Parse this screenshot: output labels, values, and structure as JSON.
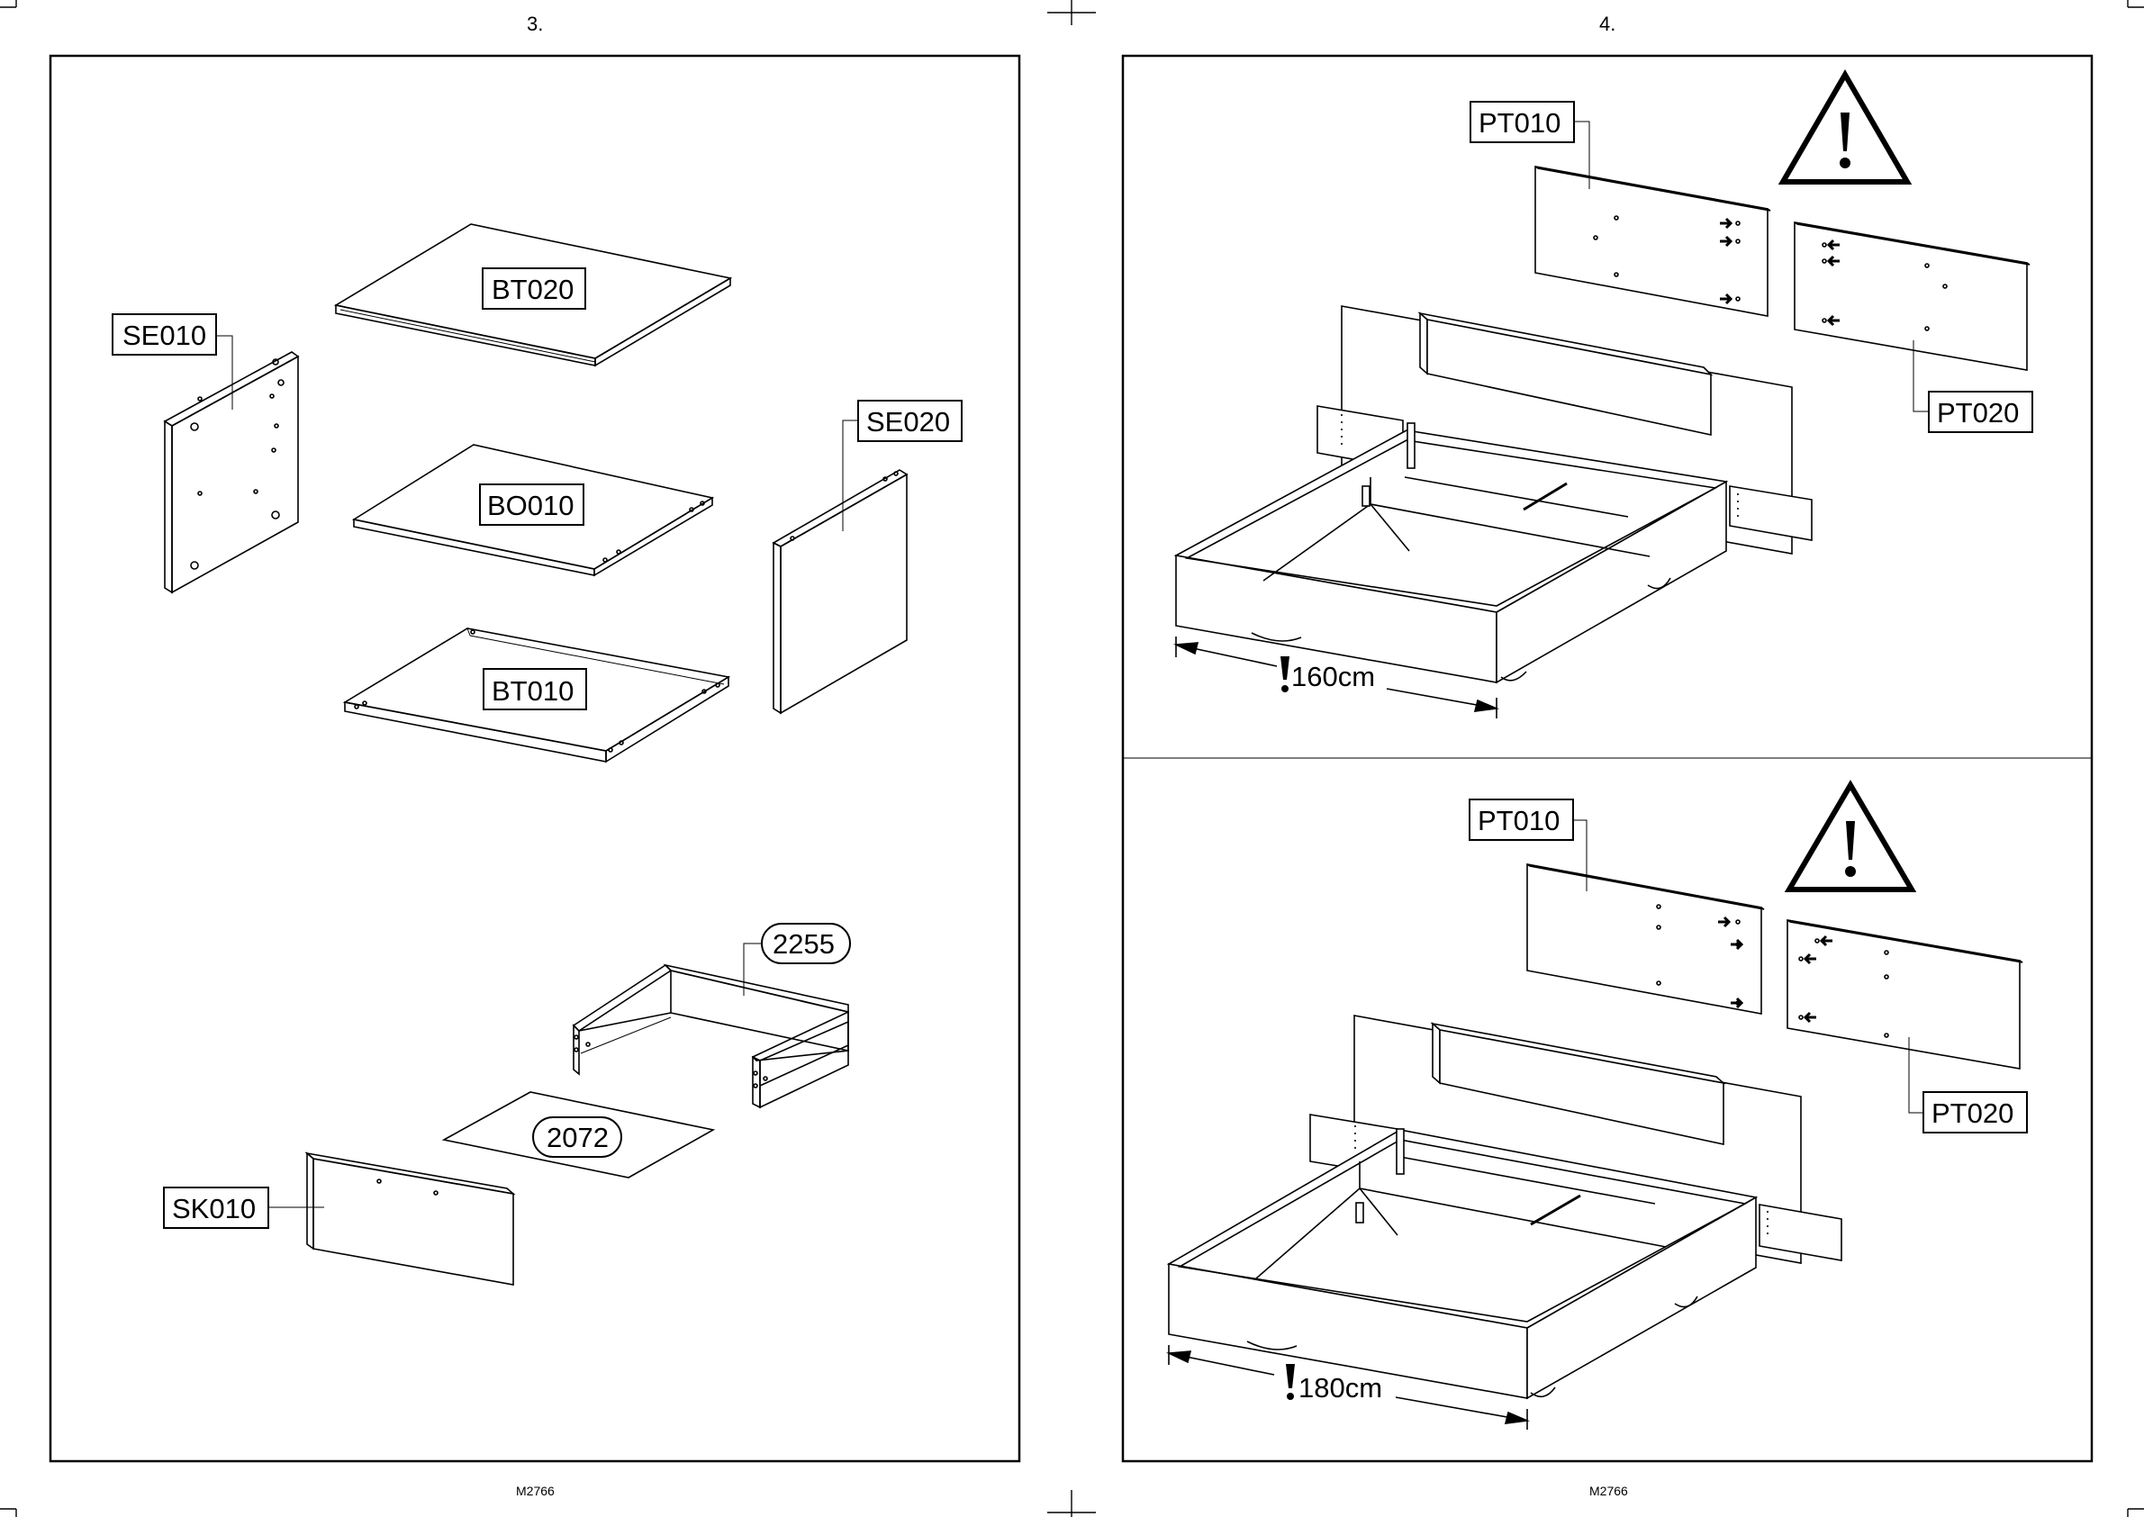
{
  "left_page": {
    "page_number": "3.",
    "footer_code": "M2766",
    "labels": {
      "se010": "SE010",
      "bt020": "BT020",
      "bo010": "BO010",
      "bt010": "BT010",
      "se020": "SE020",
      "sk010": "SK010",
      "h2255": "2255",
      "h2072": "2072"
    }
  },
  "right_page": {
    "page_number": "4.",
    "footer_code": "M2766",
    "top_panel": {
      "label_pt010": "PT010",
      "label_pt020": "PT020",
      "dimension": "160cm"
    },
    "bottom_panel": {
      "label_pt010": "PT010",
      "label_pt020": "PT020",
      "dimension": "180cm"
    },
    "warning_icon": "warning-triangle-icon"
  }
}
